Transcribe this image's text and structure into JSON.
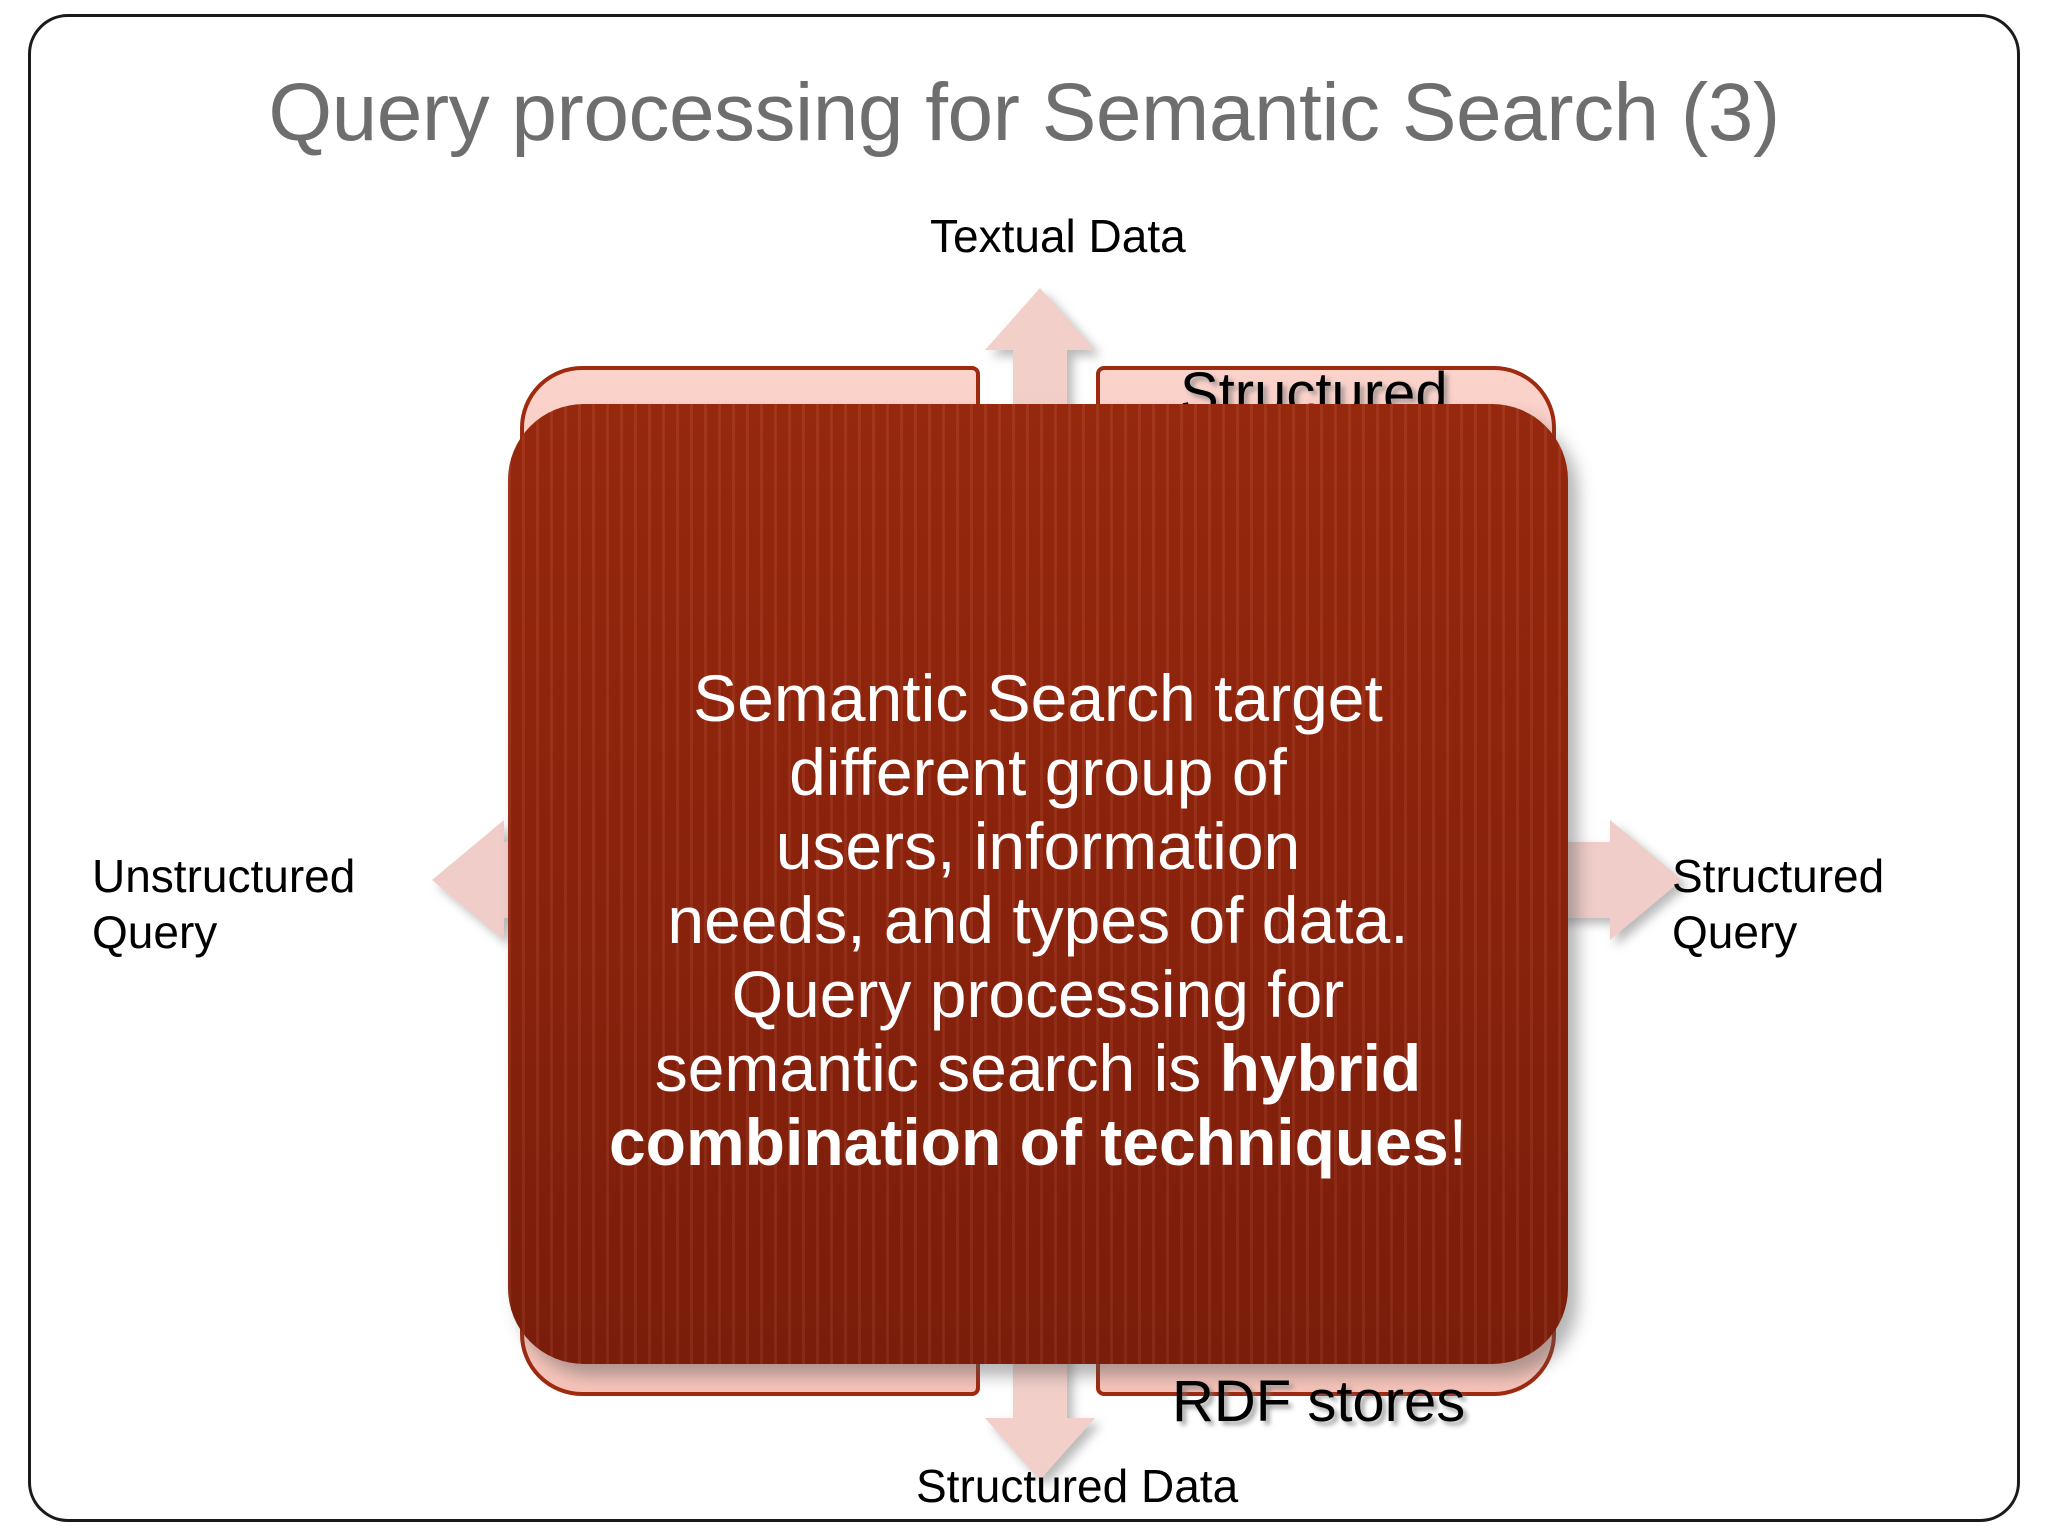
{
  "slide": {
    "title": "Query processing for Semantic Search (3)",
    "title_color": "#6e6e6e",
    "background_color": "#ffffff",
    "border_color": "#1a1a1a"
  },
  "center_panel": {
    "text_plain": "Semantic Search target\ndifferent group of\nusers, information\nneeds, and types of data.\nQuery processing for\nsemantic search is ",
    "text_bold": "hybrid\ncombination of techniques",
    "text_tail": "!",
    "fill_color": "#97250d",
    "text_color": "#ffffff"
  },
  "quadrants": [
    {
      "name": "top-left",
      "caption": ""
    },
    {
      "name": "top-right",
      "caption": "Structured"
    },
    {
      "name": "bottom-left",
      "caption": ""
    },
    {
      "name": "bottom-right",
      "caption": "RDF stores"
    }
  ],
  "captions": {
    "structured": "Structured",
    "rdf_stores": "RDF stores"
  },
  "edge_labels": {
    "top": "Textual Data",
    "bottom": "Structured Data",
    "left": "Unstructured\nQuery",
    "right": "Structured\nQuery"
  },
  "arrows": {
    "up": "arrow-up-icon",
    "down": "arrow-down-icon",
    "left": "arrow-left-icon",
    "right": "arrow-right-icon",
    "fill_color": "#f3cfc9"
  }
}
